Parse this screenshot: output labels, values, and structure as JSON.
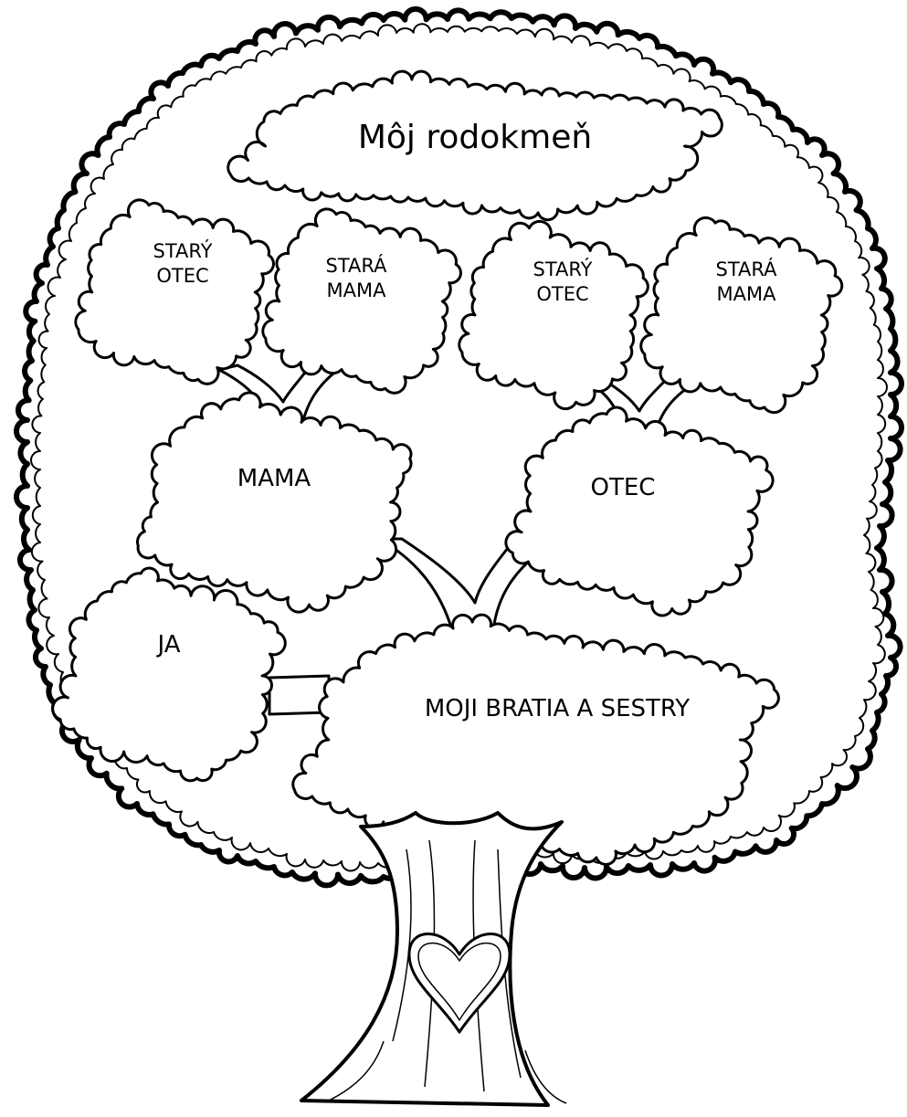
{
  "title": "Môj rodokmeň",
  "grandparents": {
    "left_grandfather": {
      "line1": "STARÝ",
      "line2": "OTEC"
    },
    "left_grandmother": {
      "line1": "STARÁ",
      "line2": "MAMA"
    },
    "right_grandfather": {
      "line1": "STARÝ",
      "line2": "OTEC"
    },
    "right_grandmother": {
      "line1": "STARÁ",
      "line2": "MAMA"
    }
  },
  "parents": {
    "mother": "MAMA",
    "father": "OTEC"
  },
  "me": "JA",
  "siblings": "MOJI BRATIA A SESTRY",
  "colors": {
    "ink": "#000000",
    "paper": "#ffffff"
  }
}
